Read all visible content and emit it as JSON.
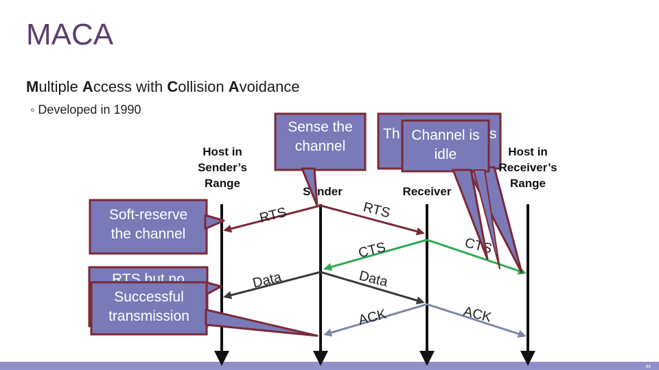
{
  "slide": {
    "title": "MACA",
    "subtitle_parts": [
      {
        "text": "M",
        "bold": true
      },
      {
        "text": "ultiple ",
        "bold": false
      },
      {
        "text": "A",
        "bold": true
      },
      {
        "text": "ccess with ",
        "bold": false
      },
      {
        "text": "C",
        "bold": true
      },
      {
        "text": "ollision ",
        "bold": false
      },
      {
        "text": "A",
        "bold": true
      },
      {
        "text": "voidance",
        "bold": false
      }
    ],
    "bullet": "◦ Developed in 1990",
    "page_number": "44"
  },
  "hosts": {
    "sender_range": [
      "Host in",
      "Sender’s",
      "Range"
    ],
    "sender": "Sender",
    "receiver": "Receiver",
    "receiver_range": [
      "Host in",
      "Receiver’s",
      "Range"
    ]
  },
  "messages": {
    "rts_1": "RTS",
    "rts_2": "RTS",
    "cts_1": "CTS",
    "cts_2": "CTS",
    "data_1": "Data",
    "data_2": "Data",
    "ack_1": "ACK",
    "ack_2": "ACK"
  },
  "callouts": {
    "sense": [
      "Sense the",
      "channel"
    ],
    "channel_idle": [
      "Channel is",
      "idle"
    ],
    "channel_hidden_prefix": "Th",
    "channel_hidden_suffix": "s",
    "soft_reserve": [
      "Soft-reserve",
      "the channel"
    ],
    "rts_but_no": "RTS but no",
    "successful": [
      "Successful",
      "transmission"
    ]
  },
  "colors": {
    "title": "#5b3f6e",
    "callout_fill": "#7a7ab8",
    "callout_border": "#7b2a37",
    "rts_arrow": "#7b2a37",
    "cts_arrow": "#2eaa55",
    "data_arrow": "#3a3a3a",
    "ack_arrow": "#7d88a8",
    "footer": "#8f8fc9"
  }
}
